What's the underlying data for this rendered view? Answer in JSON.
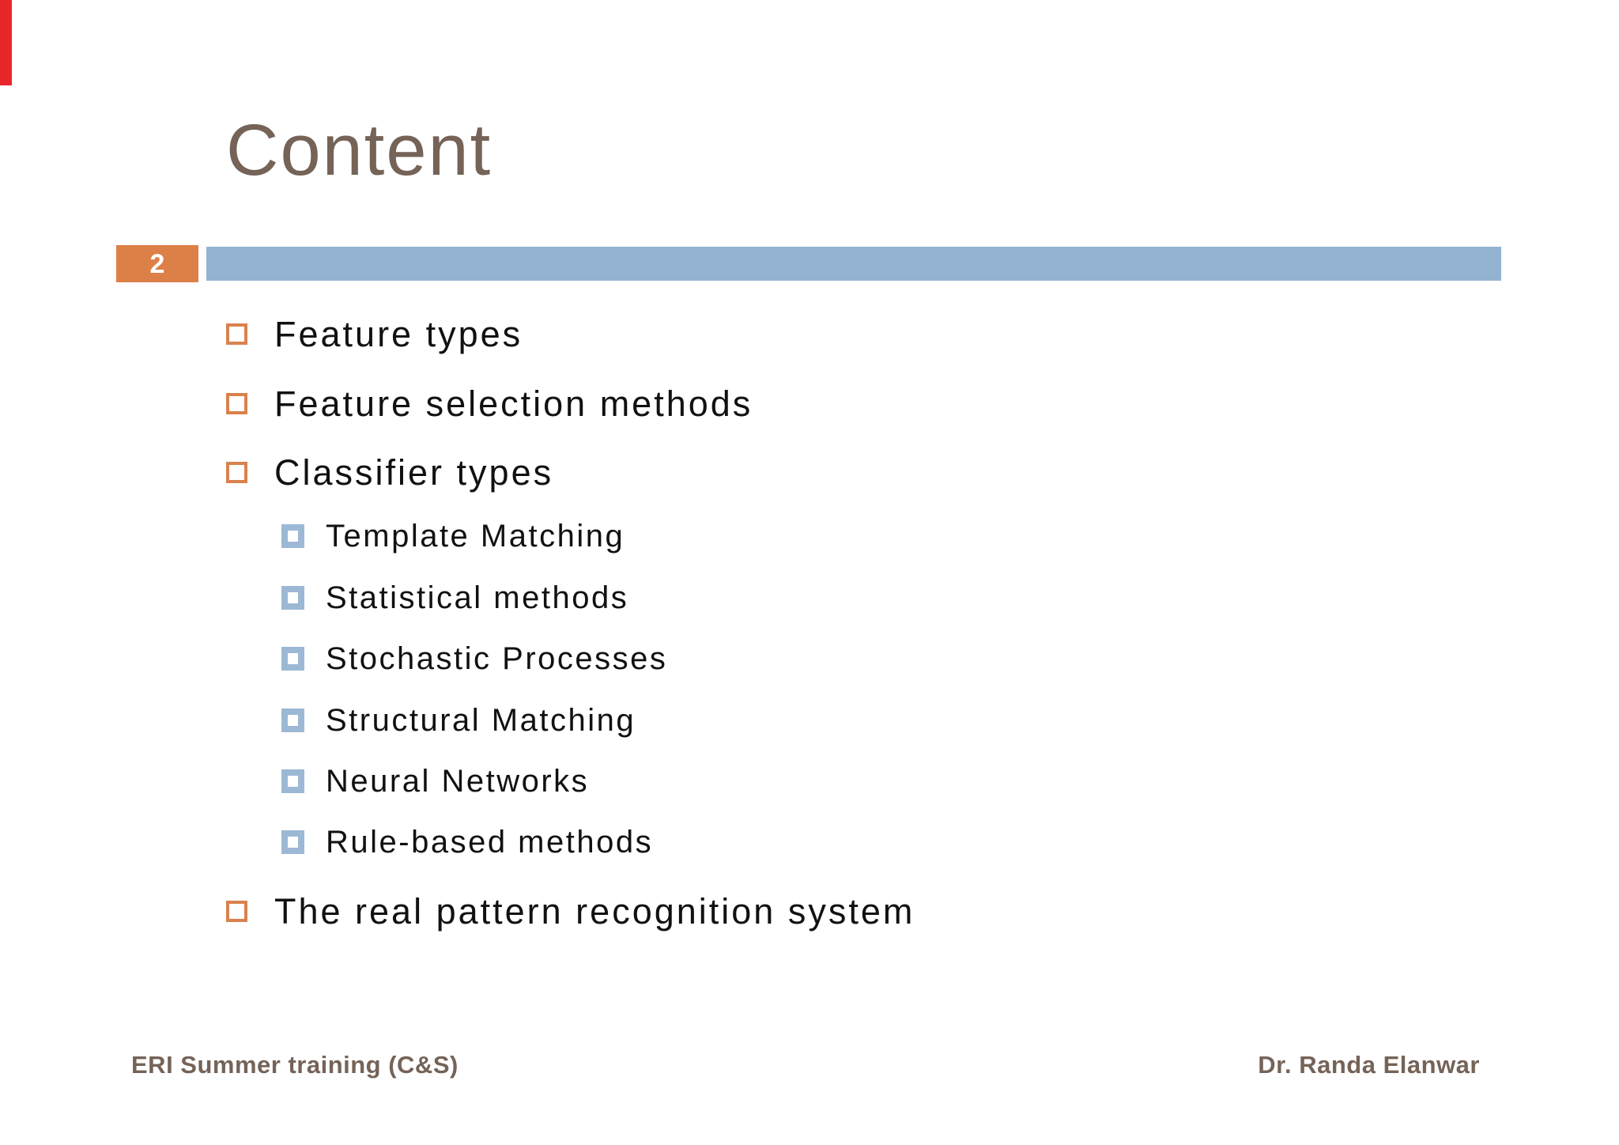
{
  "slide": {
    "title": "Content",
    "page_number": "2",
    "bullets": [
      {
        "level": 1,
        "text": "Feature types"
      },
      {
        "level": 1,
        "text": "Feature selection methods"
      },
      {
        "level": 1,
        "text": "Classifier types"
      },
      {
        "level": 2,
        "text": "Template Matching"
      },
      {
        "level": 2,
        "text": "Statistical methods"
      },
      {
        "level": 2,
        "text": "Stochastic Processes"
      },
      {
        "level": 2,
        "text": "Structural Matching"
      },
      {
        "level": 2,
        "text": "Neural Networks"
      },
      {
        "level": 2,
        "text": "Rule-based methods"
      },
      {
        "level": 1,
        "text": "The real pattern recognition system"
      }
    ],
    "footer_left": "ERI Summer training (C&S)",
    "footer_right": "Dr. Randa Elanwar",
    "icons": {
      "level1_bullet": "hollow-square-bullet-icon",
      "level2_bullet": "filled-square-bullet-icon"
    },
    "colors": {
      "accent_orange": "#dd8047",
      "accent_blue": "#94b3d1",
      "title_brown": "#756358",
      "body_text": "#111111",
      "red_marker": "#e8272b",
      "background": "#ffffff"
    }
  }
}
